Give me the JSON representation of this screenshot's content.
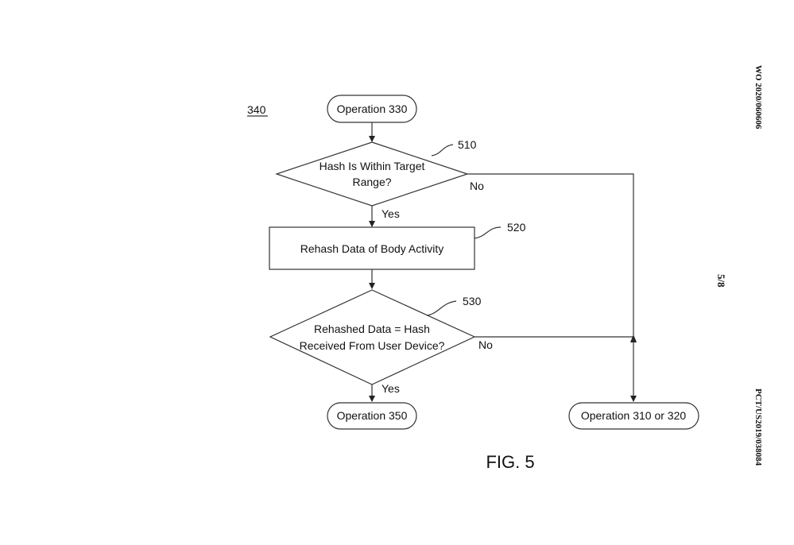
{
  "figure": {
    "ref_label": "340",
    "caption": "FIG. 5"
  },
  "sidebar": {
    "pub_number": "WO 2020/060606",
    "sheet": "5/8",
    "app_number": "PCT/US2019/038084"
  },
  "nodes": {
    "start": "Operation 330",
    "decision1": {
      "line1": "Hash Is Within Target",
      "line2": "Range?",
      "ref": "510"
    },
    "process": {
      "text": "Rehash Data of Body Activity",
      "ref": "520"
    },
    "decision2": {
      "line1": "Rehashed Data = Hash",
      "line2": "Received From User Device?",
      "ref": "530"
    },
    "end_yes": "Operation 350",
    "end_no": "Operation 310 or 320"
  },
  "edges": {
    "d1_yes": "Yes",
    "d1_no": "No",
    "d2_yes": "Yes",
    "d2_no": "No"
  }
}
